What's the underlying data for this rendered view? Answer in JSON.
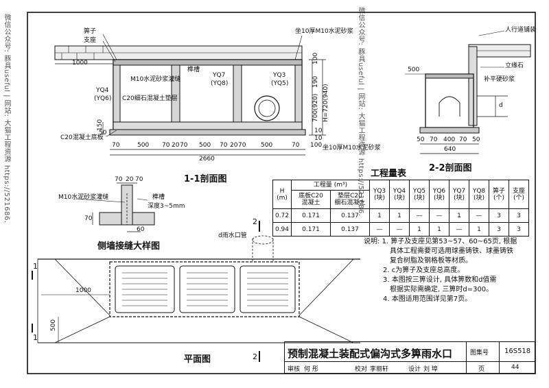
{
  "watermark_left": "微信公众号: 豚具useful | 网站: 大猫工程资源 https://521686.",
  "watermark_right": "微信公众号: 豚具useful | 网站: 大猫工程资源 https://521686.",
  "section11": {
    "title": "1-1剖面图",
    "labels": {
      "grate": "箅子",
      "support": "支座",
      "dim_1000": "1000",
      "mortar_joint": "M10水泥砂浆灌缝",
      "fine_stone": "C20细石混凝土垫层",
      "groove": "榫槽",
      "yq4": "YQ4",
      "yq6": "(YQ6)",
      "yq7": "YQ7",
      "yq8": "(YQ8)",
      "yq3": "YQ3",
      "yq5": "(YQ5)",
      "c20_base": "C20混凝土底板",
      "seat_top": "坐10厚M10水泥砂浆",
      "seat_bottom": "坐10厚M10水泥砂浆",
      "dim_150": "150",
      "dim_100": "100",
      "dim_190": "190",
      "dim_700": "700(920)",
      "dim_h": "H=720(940)",
      "dim_10a": "10",
      "dim_10b": "10",
      "dim_50": "50",
      "dim_2660": "2660",
      "segs": [
        "70",
        "500",
        "70",
        "20",
        "70",
        "500",
        "70",
        "20",
        "70",
        "500",
        "70"
      ],
      "base_100": "100"
    }
  },
  "section22": {
    "title": "2-2剖面图",
    "labels": {
      "paving": "人行道铺装",
      "curb": "立缘石",
      "repair": "补平硬砂浆",
      "dim_500": "500",
      "d": "d",
      "bottom_dims": [
        "50",
        "70",
        "400",
        "70",
        "50"
      ],
      "dim_640": "640"
    }
  },
  "joint_detail": {
    "title": "侧墙接缝大样图",
    "labels": {
      "mortar": "M10水泥砂浆灌缝",
      "groove": "榫槽",
      "depth": "深度3~5mm",
      "dims_top": [
        "70",
        "20",
        "70"
      ],
      "dim_70": "70",
      "dim_60": "60"
    }
  },
  "plan": {
    "title": "平面图",
    "pipe": "d雨水口管",
    "dim_1000": "1000",
    "dim_500": "500",
    "cut1_top": "1",
    "cut1_bottom": "1",
    "cut2_top": "2",
    "cut2_bottom": "2"
  },
  "quantity_table": {
    "title": "工程量表",
    "header_qty": "工程量 (m³)",
    "col_h": "H",
    "col_h_unit": "(m)",
    "col_base": [
      "底板C20",
      "混凝土"
    ],
    "col_pad": [
      "垫层C20",
      "细石混凝土"
    ],
    "cols": [
      [
        "YQ3",
        "(块)"
      ],
      [
        "YQ4",
        "(块)"
      ],
      [
        "YQ5",
        "(块)"
      ],
      [
        "YQ6",
        "(块)"
      ],
      [
        "YQ7",
        "(块)"
      ],
      [
        "YQ8",
        "(块)"
      ],
      [
        "箅子",
        "(个)"
      ],
      [
        "支座",
        "(个)"
      ]
    ],
    "rows": [
      [
        "0.72",
        "0.171",
        "0.137",
        "1",
        "1",
        "—",
        "—",
        "1",
        "—",
        "3",
        "3"
      ],
      [
        "0.94",
        "0.171",
        "0.137",
        "—",
        "—",
        "1",
        "1",
        "—",
        "1",
        "3",
        "3"
      ]
    ]
  },
  "notes": [
    "说明: 1. 箅子及支座见第53~57、60~65页, 根据",
    "具体工程需要可选用球墨铸铁、球墨铸铁",
    "复合树脂及钢格板等材质。",
    "2. c为箅子及支座总高度。",
    "3. 本图按三箅设计, 具体箅数和d值需",
    "根据实际需确定, 三箅时d=300。",
    "4. 本图适用范围详见第7页。"
  ],
  "title_block": {
    "main": "预制混凝土装配式偏沟式多箅雨水口",
    "atlas_label": "图集号",
    "atlas_no": "16S518",
    "review": "审核",
    "reviewer": "何 彤",
    "check": "校对",
    "checker": "李丽轩",
    "design": "设计",
    "designer": "刘 埠",
    "page_label": "页",
    "page_no": "44"
  }
}
